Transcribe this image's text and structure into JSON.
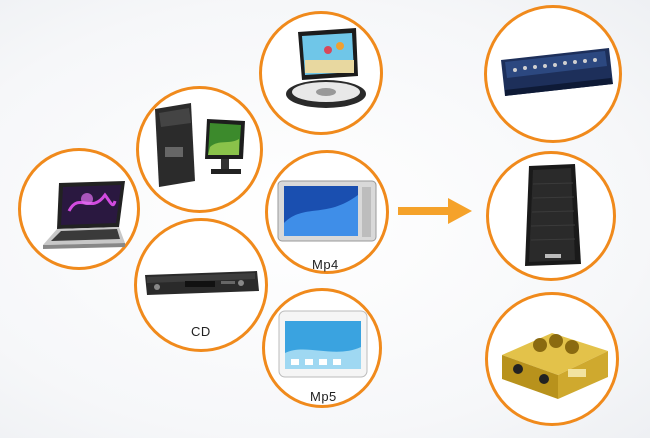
{
  "diagram": {
    "sources": [
      {
        "id": "laptop",
        "icon": "laptop-icon",
        "label": ""
      },
      {
        "id": "desktop",
        "icon": "desktop-computer-icon",
        "label": ""
      },
      {
        "id": "portable-dvd",
        "icon": "portable-dvd-player-icon",
        "label": ""
      },
      {
        "id": "cd",
        "icon": "cd-player-icon",
        "label": "CD"
      },
      {
        "id": "mp4",
        "icon": "mp4-player-icon",
        "label": "Mp4"
      },
      {
        "id": "mp5",
        "icon": "mp5-player-icon",
        "label": "Mp5"
      }
    ],
    "destinations": [
      {
        "id": "mixer",
        "icon": "audio-mixer-icon",
        "label": ""
      },
      {
        "id": "speaker",
        "icon": "speaker-icon",
        "label": ""
      },
      {
        "id": "karaoke-mixer",
        "icon": "karaoke-mixer-icon",
        "label": ""
      }
    ],
    "colors": {
      "ring": "#f08a1c",
      "arrow": "#f5a22a"
    }
  }
}
